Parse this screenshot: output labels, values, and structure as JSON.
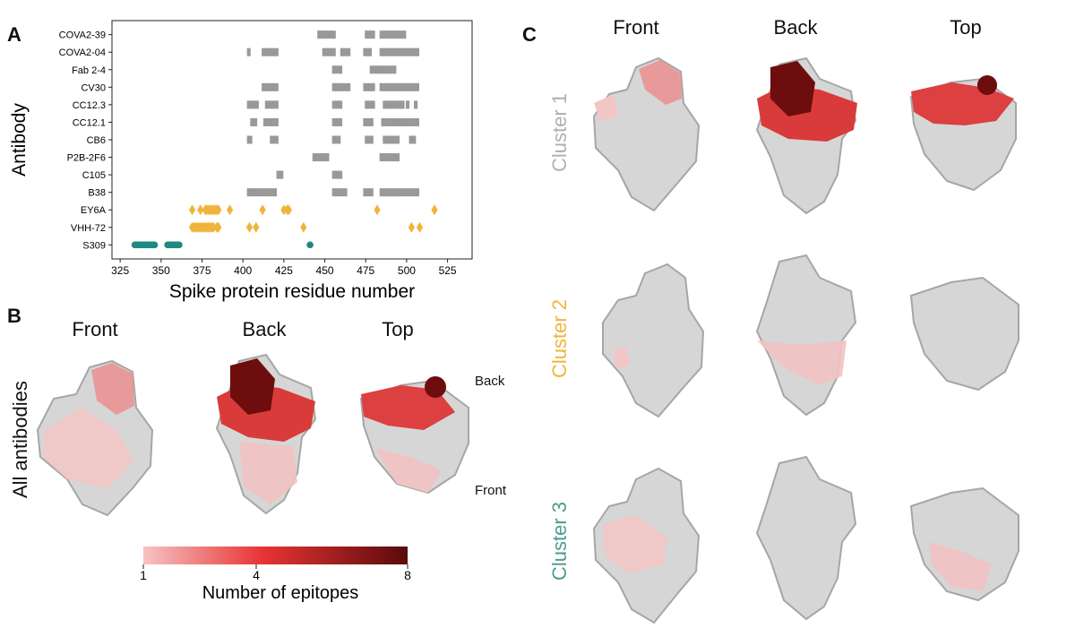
{
  "panels": {
    "a_letter": "A",
    "b_letter": "B",
    "c_letter": "C"
  },
  "panel_b": {
    "row_label": "All antibodies",
    "views": [
      "Front",
      "Back",
      "Top"
    ],
    "orient_back": "Back",
    "orient_front": "Front",
    "colorbar": {
      "label": "Number of epitopes",
      "ticks": [
        "1",
        "4",
        "8"
      ],
      "colors": [
        "#f7c3c3",
        "#e83434",
        "#5a0a0a"
      ]
    }
  },
  "panel_c": {
    "views": [
      "Front",
      "Back",
      "Top"
    ],
    "clusters": [
      {
        "label": "Cluster 1",
        "color": "#b0b0b0"
      },
      {
        "label": "Cluster 2",
        "color": "#f0b43c"
      },
      {
        "label": "Cluster 3",
        "color": "#4e9a8e"
      }
    ]
  },
  "chart_data": {
    "type": "scatter",
    "title": "",
    "xlabel": "Spike protein residue number",
    "ylabel": "Antibody",
    "xlim": [
      320,
      540
    ],
    "xticks": [
      325,
      350,
      375,
      400,
      425,
      450,
      475,
      500,
      525
    ],
    "categories": [
      "COVA2-39",
      "COVA2-04",
      "Fab 2-4",
      "CV30",
      "CC12.3",
      "CC12.1",
      "CB6",
      "P2B-2F6",
      "C105",
      "B38",
      "EY6A",
      "VHH-72",
      "S309"
    ],
    "series": [
      {
        "marker": "rect",
        "color": "#999999",
        "points": [
          {
            "y": "COVA2-39",
            "x": [
              446,
              447,
              448,
              449,
              450,
              451,
              452,
              453,
              454,
              455,
              456,
              475,
              476,
              477,
              478,
              479,
              480,
              484,
              485,
              486,
              487,
              488,
              489,
              490,
              491,
              492,
              493,
              494,
              495,
              496,
              497,
              498,
              499
            ]
          },
          {
            "y": "COVA2-04",
            "x": [
              403,
              404,
              412,
              413,
              414,
              415,
              416,
              417,
              418,
              419,
              420,
              421,
              449,
              450,
              451,
              452,
              453,
              454,
              455,
              456,
              460,
              461,
              462,
              463,
              464,
              465,
              474,
              475,
              476,
              477,
              478,
              484,
              485,
              486,
              487,
              488,
              489,
              490,
              491,
              492,
              493,
              494,
              495,
              496,
              497,
              498,
              499,
              500,
              501,
              502,
              503,
              504,
              505,
              506,
              507
            ]
          },
          {
            "y": "Fab 2-4",
            "x": [
              455,
              456,
              457,
              458,
              459,
              460,
              478,
              479,
              480,
              481,
              482,
              483,
              484,
              485,
              486,
              487,
              488,
              489,
              490,
              491,
              492,
              493
            ]
          },
          {
            "y": "CV30",
            "x": [
              412,
              413,
              414,
              415,
              416,
              417,
              418,
              419,
              420,
              421,
              455,
              456,
              457,
              458,
              459,
              460,
              461,
              462,
              463,
              464,
              465,
              474,
              475,
              476,
              477,
              478,
              479,
              480,
              484,
              485,
              486,
              487,
              488,
              489,
              490,
              491,
              492,
              493,
              494,
              495,
              496,
              497,
              498,
              499,
              500,
              501,
              502,
              503,
              504,
              505,
              506,
              507
            ]
          },
          {
            "y": "CC12.3",
            "x": [
              403,
              404,
              405,
              406,
              407,
              408,
              409,
              414,
              415,
              416,
              417,
              418,
              419,
              420,
              421,
              455,
              456,
              457,
              458,
              459,
              460,
              475,
              476,
              477,
              478,
              479,
              480,
              486,
              487,
              488,
              489,
              490,
              491,
              492,
              493,
              494,
              495,
              496,
              497,
              498,
              500,
              501,
              505,
              506
            ]
          },
          {
            "y": "CC12.1",
            "x": [
              405,
              406,
              407,
              408,
              413,
              414,
              415,
              416,
              417,
              418,
              419,
              420,
              421,
              455,
              456,
              457,
              458,
              459,
              460,
              474,
              475,
              476,
              477,
              478,
              479,
              485,
              486,
              487,
              488,
              489,
              490,
              491,
              492,
              493,
              494,
              495,
              496,
              497,
              498,
              499,
              500,
              501,
              502,
              503,
              504,
              505,
              506,
              507
            ]
          },
          {
            "y": "CB6",
            "x": [
              403,
              404,
              405,
              417,
              418,
              419,
              420,
              421,
              455,
              456,
              457,
              458,
              459,
              475,
              476,
              477,
              478,
              479,
              486,
              487,
              488,
              489,
              490,
              491,
              492,
              493,
              494,
              495,
              502,
              503,
              504,
              505
            ]
          },
          {
            "y": "P2B-2F6",
            "x": [
              443,
              444,
              445,
              446,
              447,
              448,
              449,
              450,
              451,
              452,
              484,
              485,
              486,
              487,
              488,
              489,
              490,
              491,
              492,
              493,
              494,
              495
            ]
          },
          {
            "y": "C105",
            "x": [
              421,
              422,
              423,
              424,
              455,
              456,
              457,
              458,
              459,
              460
            ]
          },
          {
            "y": "B38",
            "x": [
              403,
              404,
              405,
              406,
              407,
              408,
              409,
              410,
              411,
              412,
              413,
              414,
              415,
              416,
              417,
              418,
              419,
              420,
              455,
              456,
              457,
              458,
              459,
              460,
              461,
              462,
              463,
              474,
              475,
              476,
              477,
              478,
              479,
              484,
              485,
              486,
              487,
              488,
              489,
              490,
              491,
              492,
              493,
              494,
              495,
              496,
              497,
              498,
              499,
              500,
              501,
              502,
              503,
              504,
              505,
              506,
              507
            ]
          }
        ]
      },
      {
        "marker": "diamond",
        "color": "#f0b43c",
        "points": [
          {
            "y": "EY6A",
            "x": [
              369,
              374,
              377,
              378,
              379,
              380,
              381,
              382,
              383,
              384,
              385,
              392,
              412,
              425,
              427,
              428,
              482,
              517
            ]
          },
          {
            "y": "VHH-72",
            "x": [
              369,
              370,
              371,
              372,
              373,
              374,
              375,
              376,
              377,
              378,
              379,
              380,
              381,
              382,
              384,
              385,
              404,
              408,
              437,
              503,
              508
            ]
          }
        ]
      },
      {
        "marker": "circle",
        "color": "#1f8a80",
        "points": [
          {
            "y": "S309",
            "x": [
              334,
              335,
              336,
              337,
              338,
              339,
              340,
              341,
              342,
              343,
              344,
              345,
              346,
              354,
              355,
              356,
              357,
              358,
              359,
              360,
              361,
              441
            ]
          }
        ]
      }
    ]
  }
}
